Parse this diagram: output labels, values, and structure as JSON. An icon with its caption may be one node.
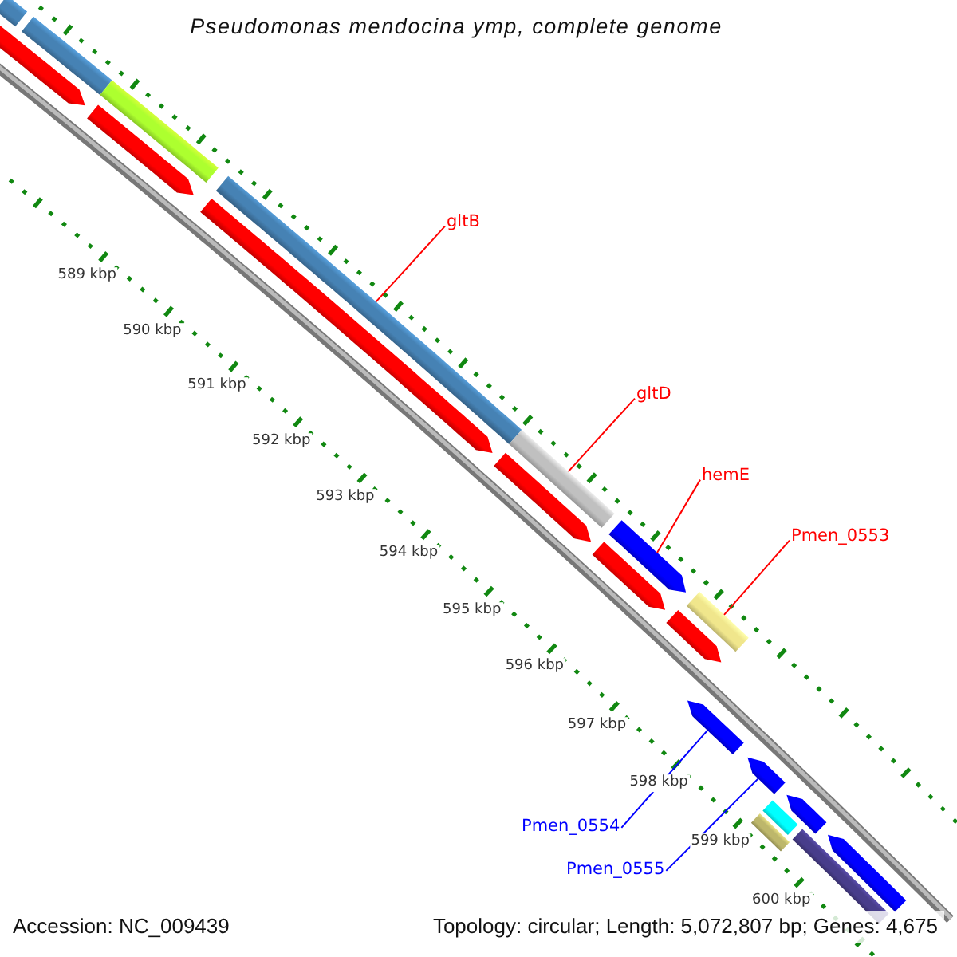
{
  "diagram": {
    "title": "Pseudomonas mendocina ymp, complete genome",
    "nodes": [
      {
        "text": [
          "gltB"
        ]
      },
      {
        "text": [],
        "shape": "bar"
      },
      {
        "text": [
          "gltD"
        ]
      },
      {
        "text": [],
        "shape": "bar"
      },
      {
        "text": [
          "hemE"
        ]
      },
      {
        "text": [],
        "shape": "arrow"
      },
      {
        "text": [
          "Pmen_0553"
        ]
      },
      {
        "text": [],
        "shape": "bar"
      },
      {
        "text": [
          "Pmen_0554"
        ]
      },
      {
        "text": [],
        "shape": "arrow"
      },
      {
        "text": [
          "Pmen_0555"
        ]
      },
      {
        "text": [],
        "shape": "arrow"
      }
    ],
    "edges": [
      {
        "from": 0,
        "to": 1,
        "arrow": "none"
      },
      {
        "from": 2,
        "to": 3,
        "arrow": "none"
      },
      {
        "from": 4,
        "to": 5,
        "arrow": "none"
      },
      {
        "from": 6,
        "to": 7,
        "arrow": "none"
      },
      {
        "from": 8,
        "to": 9,
        "arrow": "none",
        "color": "#0000ff"
      },
      {
        "from": 10,
        "to": 11,
        "arrow": "none",
        "color": "#0000ff"
      }
    ],
    "labels": [
      "589 kbp",
      "590 kbp",
      "591 kbp",
      "592 kbp",
      "593 kbp",
      "594 kbp",
      "595 kbp",
      "596 kbp",
      "597 kbp",
      "598 kbp",
      "599 kbp",
      "600 kbp",
      "Accession: NC_009439",
      "Topology: circular; Length: 5,072,807 bp; Genes: 4,675"
    ]
  }
}
